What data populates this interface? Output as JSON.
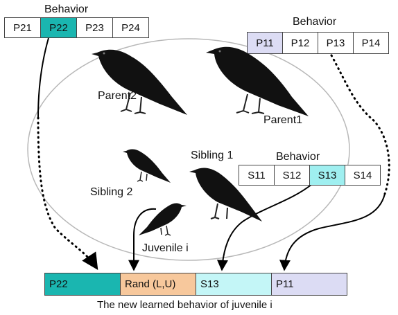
{
  "parent2_behavior": {
    "heading": "Behavior",
    "cells": [
      "P21",
      "P22",
      "P23",
      "P24"
    ],
    "highlight_index": 1,
    "highlight_color": "#1ab6b0"
  },
  "parent1_behavior": {
    "heading": "Behavior",
    "cells": [
      "P11",
      "P12",
      "P13",
      "P14"
    ],
    "highlight_index": 0,
    "highlight_color": "#dcdcf4"
  },
  "sibling1_behavior": {
    "heading": "Behavior",
    "cells": [
      "S11",
      "S12",
      "S13",
      "S14"
    ],
    "highlight_index": 2,
    "highlight_color": "#9feff0"
  },
  "labels": {
    "parent2": "Parent2",
    "parent1": "Parent1",
    "sibling1": "Sibling 1",
    "sibling2": "Sibling 2",
    "juvenile": "Juvenile i"
  },
  "result": {
    "cells": [
      {
        "text": "P22",
        "color": "#1ab6b0"
      },
      {
        "text": "Rand (L,U)",
        "color": "#f7c89c"
      },
      {
        "text": "S13",
        "color": "#c4f6f7"
      },
      {
        "text": "P11",
        "color": "#dcdcf4"
      }
    ],
    "caption": "The new learned behavior of juvenile i"
  }
}
